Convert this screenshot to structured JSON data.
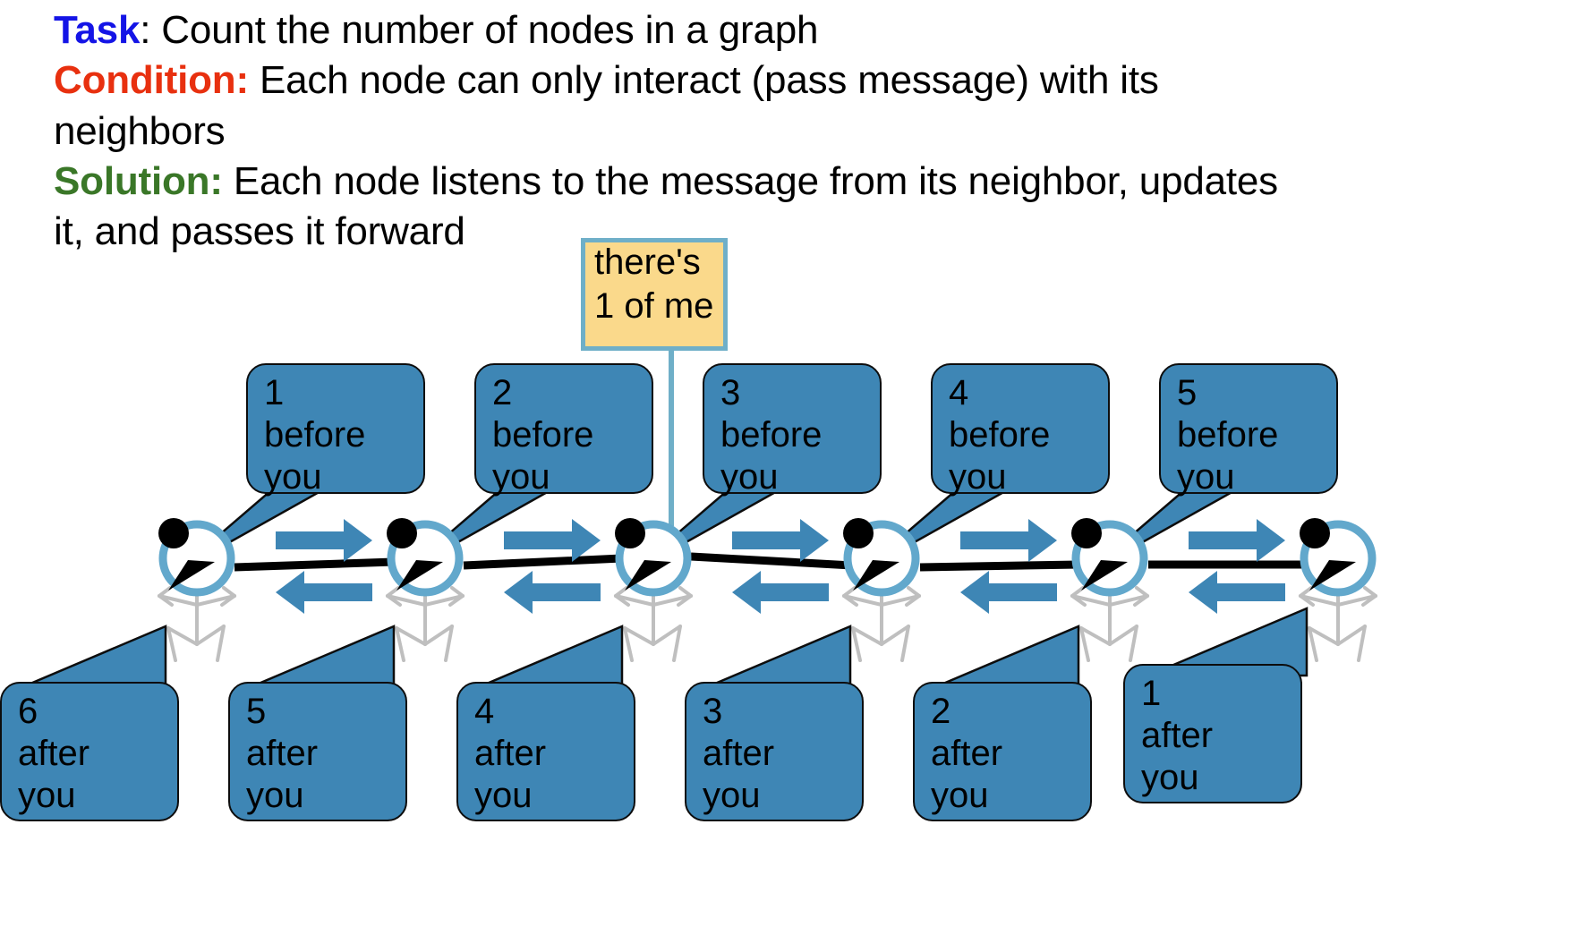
{
  "header": {
    "lines": [
      {
        "keyword": "Task",
        "keyword_color": "#1414e6",
        "sep": ": ",
        "rest": "Count the number of nodes in a graph"
      },
      {
        "keyword": "Condition:",
        "keyword_color": "#e8300f",
        "sep": " ",
        "rest": "Each node can only interact (pass message) with its"
      },
      {
        "keyword": "",
        "keyword_color": "",
        "sep": "",
        "rest": "neighbors"
      },
      {
        "keyword": "Solution:",
        "keyword_color": "#3a7728",
        "sep": " ",
        "rest": "Each node listens to the message from its neighbor, updates"
      },
      {
        "keyword": "",
        "keyword_color": "",
        "sep": "",
        "rest": "it, and passes it forward"
      }
    ]
  },
  "callout": {
    "line1": "there's",
    "line2": "1 of me",
    "fill": "#FAD98B",
    "border": "#6FAFC8"
  },
  "colors": {
    "bubble_fill": "#3E86B5",
    "bubble_stroke": "#0d0d0d",
    "arrow": "#3E86B5",
    "node_ring": "#62A8CC",
    "edge": "#000000",
    "body": "#BFBFBF"
  },
  "top_bubbles": [
    {
      "count": "1",
      "l2": "before",
      "l3": "you"
    },
    {
      "count": "2",
      "l2": "before",
      "l3": "you"
    },
    {
      "count": "3",
      "l2": "before",
      "l3": "you"
    },
    {
      "count": "4",
      "l2": "before",
      "l3": "you"
    },
    {
      "count": "5",
      "l2": "before",
      "l3": "you"
    }
  ],
  "bottom_bubbles": [
    {
      "count": "6",
      "l2": "after",
      "l3": "you"
    },
    {
      "count": "5",
      "l2": "after",
      "l3": "you"
    },
    {
      "count": "4",
      "l2": "after",
      "l3": "you"
    },
    {
      "count": "3",
      "l2": "after",
      "l3": "you"
    },
    {
      "count": "2",
      "l2": "after",
      "l3": "you"
    },
    {
      "count": "1",
      "l2": "after",
      "l3": "you"
    }
  ],
  "nodes": [
    {
      "label": "node-1"
    },
    {
      "label": "node-2"
    },
    {
      "label": "node-3"
    },
    {
      "label": "node-4"
    },
    {
      "label": "node-5"
    },
    {
      "label": "node-6"
    }
  ]
}
